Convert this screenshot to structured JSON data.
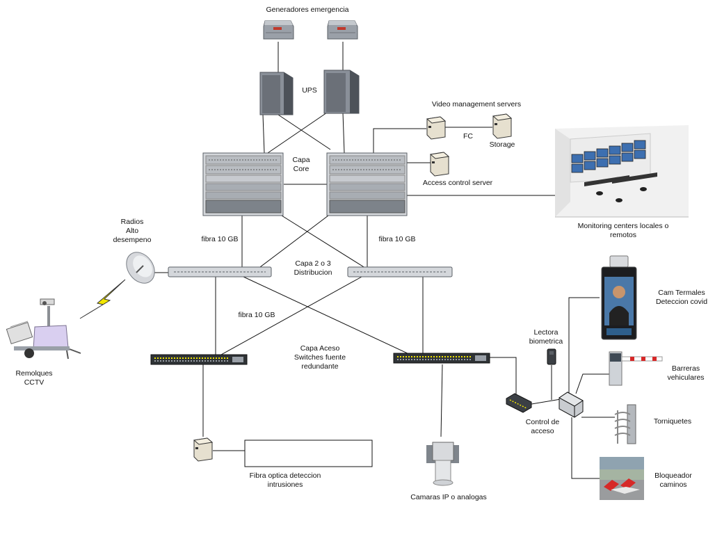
{
  "labels": {
    "generators": "Generadores emergencia",
    "ups": "UPS",
    "video_mgmt": "Video management servers",
    "fc": "FC",
    "storage": "Storage",
    "core": "Capa\nCore",
    "access_server": "Access control server",
    "monitoring": "Monitoring centers locales o\nremotos",
    "radios": "Radios\nAlto\ndesempeno",
    "fibra_left": "fibra 10 GB",
    "fibra_right": "fibra 10 GB",
    "distribution": "Capa 2 o 3\nDistribucion",
    "fibra_mid": "fibra 10 GB",
    "remolques": "Remolques\nCCTV",
    "access_layer": "Capa Aceso\nSwitches fuente\nredundante",
    "lectora": "Lectora\nbiometrica",
    "cam_termales": "Cam Termales\nDeteccion covid",
    "barreras": "Barreras\nvehiculares",
    "control_acceso": "Control de\nacceso",
    "torniquetes": "Torniquetes",
    "bloqueador": "Bloqueador\ncaminos",
    "fibra_optica": "Fibra optica deteccion\nintrusiones",
    "camaras": "Camaras IP o analogas"
  },
  "icons": [
    "generator-icon",
    "ups-tower-icon",
    "core-chassis-switch-icon",
    "server-icon",
    "storage-icon",
    "monitoring-room-icon",
    "radio-dish-icon",
    "lightning-link-icon",
    "cctv-trailer-icon",
    "distribution-switch-icon",
    "access-switch-icon",
    "hub-icon",
    "controller-box-icon",
    "biometric-reader-icon",
    "thermal-camera-icon",
    "barrier-icon",
    "turnstile-icon",
    "road-blocker-icon",
    "ptz-camera-icon",
    "intrusion-server-icon"
  ],
  "colors": {
    "line": "#111111",
    "device_gray": "#9aa0a8",
    "device_dark": "#5a5f66",
    "accent_yellow": "#f2e600",
    "screen_blue": "#3d6fb0"
  }
}
